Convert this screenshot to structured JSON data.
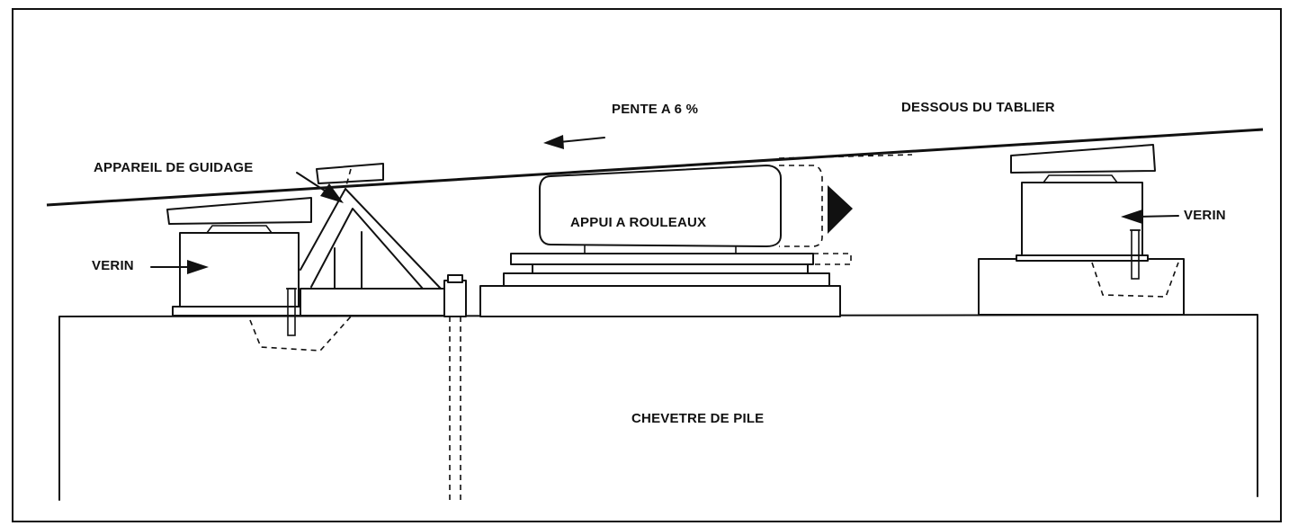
{
  "labels": {
    "slope": "PENTE A 6 %",
    "deck_underside": "DESSOUS DU TABLIER",
    "guide_device": "APPAREIL DE GUIDAGE",
    "jack_left": "VERIN",
    "jack_right": "VERIN",
    "roller_bearing": "APPUI A ROULEAUX",
    "pier_cap": "CHEVETRE DE PILE"
  },
  "colors": {
    "ink": "#111111",
    "paper": "#ffffff"
  },
  "icons": {
    "slope_direction": "arrow-left-icon",
    "movement_direction": "arrow-right-bold-icon",
    "jack_pointer_left": "arrow-right-icon",
    "jack_pointer_right": "arrow-left-icon",
    "guide_pointer": "arrow-down-right-icon"
  }
}
